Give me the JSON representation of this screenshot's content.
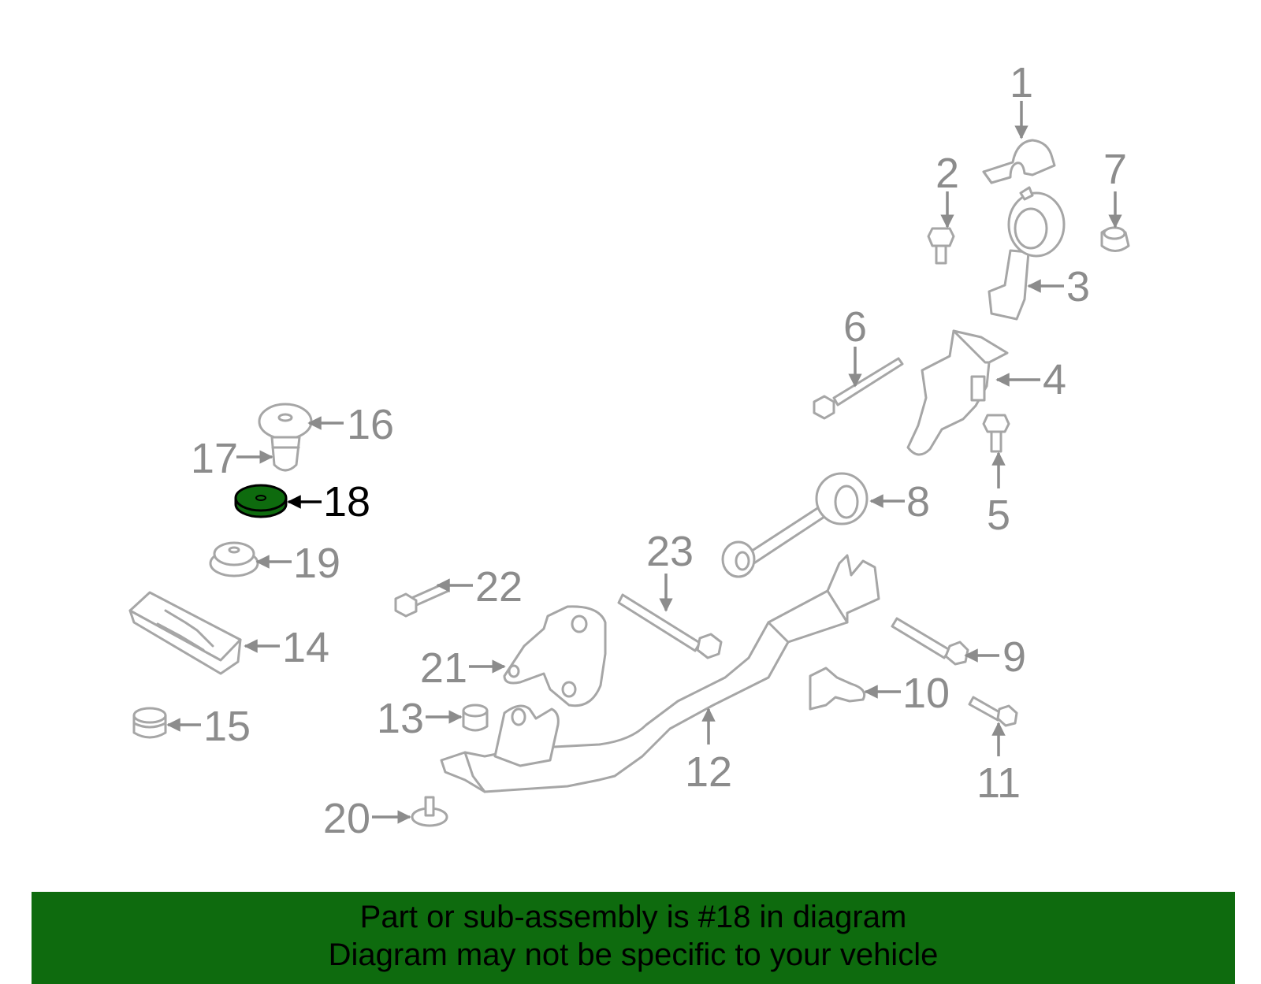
{
  "highlight_color": "#0e6b0e",
  "highlighted_part": "18",
  "callouts": {
    "c1": "1",
    "c2": "2",
    "c3": "3",
    "c4": "4",
    "c5": "5",
    "c6": "6",
    "c7": "7",
    "c8": "8",
    "c9": "9",
    "c10": "10",
    "c11": "11",
    "c12": "12",
    "c13": "13",
    "c14": "14",
    "c15": "15",
    "c16": "16",
    "c17": "17",
    "c18": "18",
    "c19": "19",
    "c20": "20",
    "c21": "21",
    "c22": "22",
    "c23": "23"
  },
  "banner": {
    "line1": "Part or sub-assembly is #18 in diagram",
    "line2": "Diagram may not be specific to your vehicle"
  }
}
